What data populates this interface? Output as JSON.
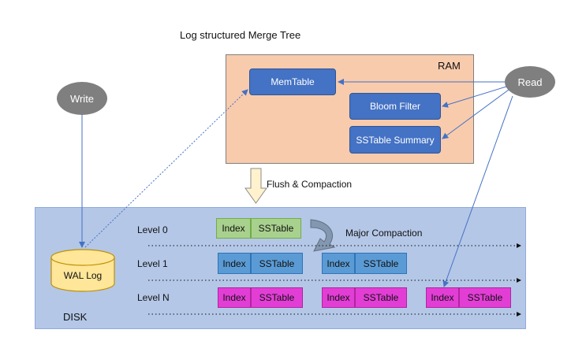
{
  "title": "Log structured Merge Tree",
  "ram": {
    "label": "RAM",
    "memtable": "MemTable",
    "bloom_filter": "Bloom Filter",
    "sstable_summary": "SSTable Summary"
  },
  "actors": {
    "write": "Write",
    "read": "Read"
  },
  "flush_label": "Flush & Compaction",
  "major_compaction_label": "Major Compaction",
  "disk": {
    "label": "DISK",
    "wal_log": "WAL Log",
    "levels": [
      {
        "name": "Level 0",
        "blocks": [
          {
            "index": "Index",
            "sstable": "SSTable"
          }
        ]
      },
      {
        "name": "Level 1",
        "blocks": [
          {
            "index": "Index",
            "sstable": "SSTable"
          },
          {
            "index": "Index",
            "sstable": "SSTable"
          }
        ]
      },
      {
        "name": "Level N",
        "blocks": [
          {
            "index": "Index",
            "sstable": "SSTable"
          },
          {
            "index": "Index",
            "sstable": "SSTable"
          },
          {
            "index": "Index",
            "sstable": "SSTable"
          }
        ]
      }
    ]
  },
  "colors": {
    "ram_bg": "#f8cbad",
    "disk_bg": "#b4c7e7",
    "component_blue": "#4472c4",
    "level0_green": "#a9d18e",
    "level1_blue": "#5b9bd5",
    "levelN_magenta": "#e23ed6",
    "actor_gray": "#7f7f7f",
    "wal_yellow": "#ffe699"
  }
}
